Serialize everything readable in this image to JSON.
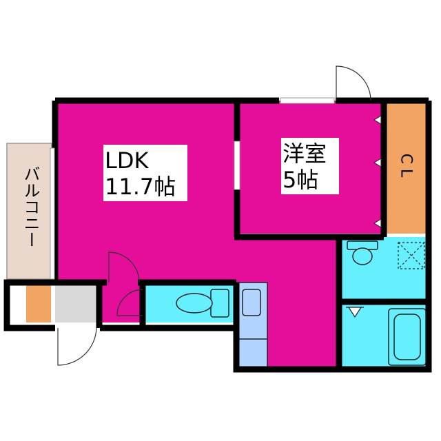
{
  "rooms": {
    "ldk": {
      "name": "LDK",
      "size": "11.7帖"
    },
    "western": {
      "name": "洋室",
      "size": "5帖"
    },
    "closet": {
      "label": "C L"
    },
    "balcony": {
      "label": "バルコニー"
    }
  },
  "colors": {
    "living": "#e40e9a",
    "wet": "#66f0ff",
    "storage": "#f2a462",
    "balcony": "#ead8cd",
    "entrance": "#d9d9d9",
    "fixture": "#b3d4ff",
    "wall": "#000000"
  },
  "icons": [
    "toilet-icon",
    "bathtub-icon",
    "washbasin-icon",
    "washing-machine-icon",
    "door-swing-icon"
  ]
}
